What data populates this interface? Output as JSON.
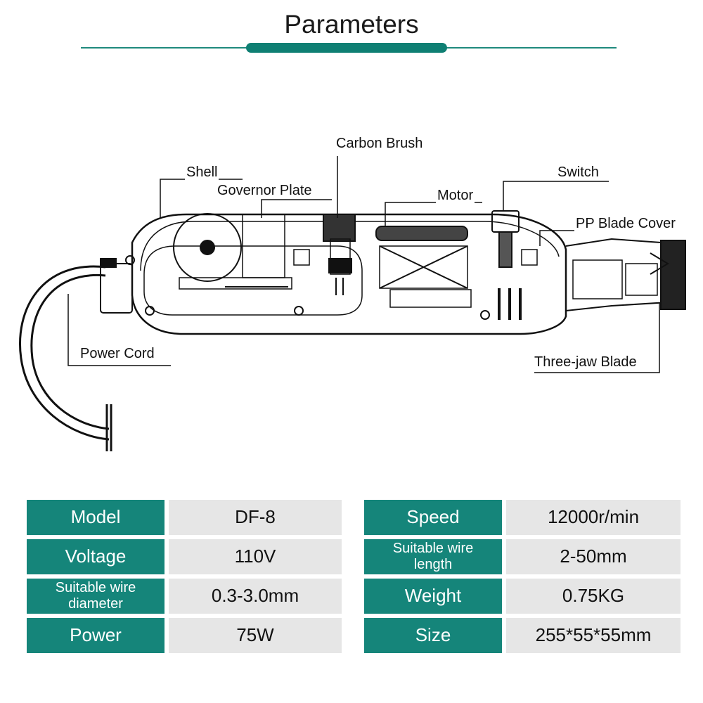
{
  "title": "Parameters",
  "colors": {
    "accent": "#15857a",
    "value_bg": "#e6e6e6",
    "line": "#1f8a7d"
  },
  "labels": {
    "carbon_brush": "Carbon Brush",
    "shell": "Shell",
    "governor_plate": "Governor Plate",
    "motor": "Motor",
    "switch": "Switch",
    "pp_blade_cover": "PP Blade Cover",
    "power_cord": "Power Cord",
    "three_jaw_blade": "Three-jaw Blade"
  },
  "specs": {
    "left": [
      {
        "key": "Model",
        "value": "DF-8"
      },
      {
        "key": "Voltage",
        "value": "110V"
      },
      {
        "key": "Suitable wire diameter",
        "value": "0.3-3.0mm"
      },
      {
        "key": "Power",
        "value": "75W"
      }
    ],
    "right": [
      {
        "key": "Speed",
        "value": "12000r/min"
      },
      {
        "key": "Suitable wire length",
        "value": "2-50mm"
      },
      {
        "key": "Weight",
        "value": "0.75KG"
      },
      {
        "key": "Size",
        "value": "255*55*55mm"
      }
    ]
  }
}
